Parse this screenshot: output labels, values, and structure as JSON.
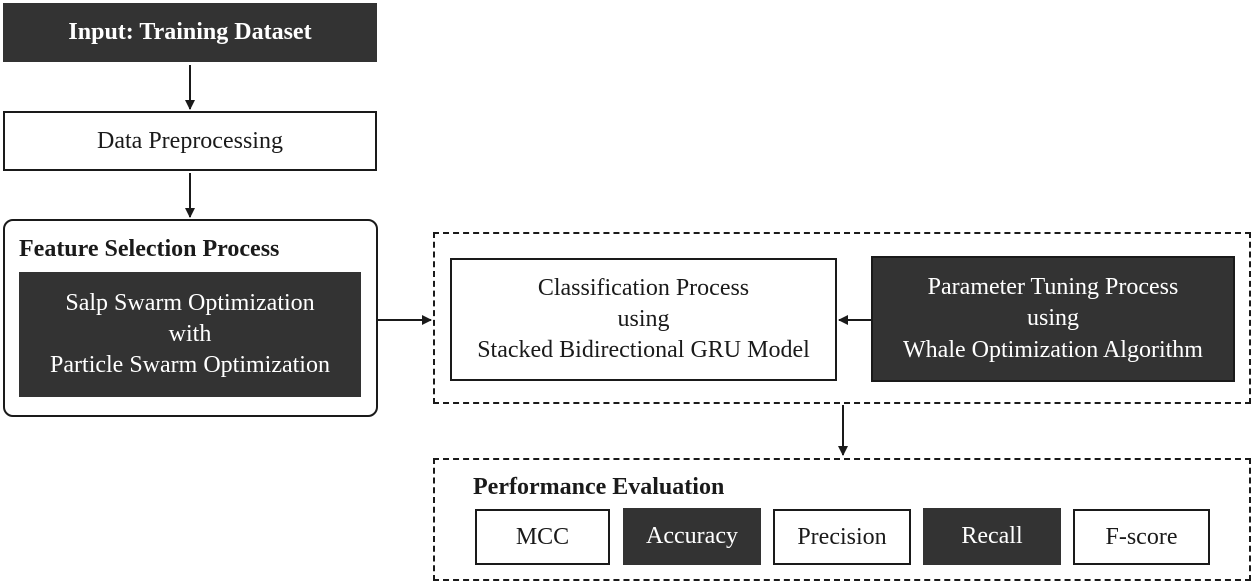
{
  "input": {
    "label": "Input: Training Dataset"
  },
  "preprocessing": {
    "label": "Data Preprocessing"
  },
  "feature_selection": {
    "title": "Feature Selection Process",
    "method_lines": [
      "Salp Swarm Optimization",
      "with",
      "Particle Swarm Optimization"
    ]
  },
  "classification": {
    "lines": [
      "Classification Process",
      "using",
      "Stacked Bidirectional GRU Model"
    ]
  },
  "parameter_tuning": {
    "lines": [
      "Parameter Tuning Process",
      "using",
      "Whale Optimization Algorithm"
    ]
  },
  "performance": {
    "title": "Performance Evaluation",
    "metrics": [
      "MCC",
      "Accuracy",
      "Precision",
      "Recall",
      "F-score"
    ]
  },
  "colors": {
    "dark_fill": "#333333",
    "stroke": "#1a1a1a",
    "background": "#ffffff"
  }
}
